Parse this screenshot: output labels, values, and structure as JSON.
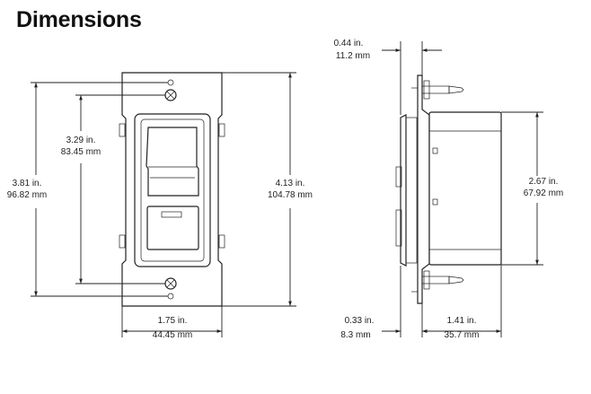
{
  "title": "Dimensions",
  "front": {
    "width_in": "1.75 in.",
    "width_mm": "44.45 mm",
    "screw_in": "3.29 in.",
    "screw_mm": "83.45 mm",
    "height_in": "3.81 in.",
    "height_mm": "96.82 mm",
    "plate_in": "4.13 in.",
    "plate_mm": "104.78 mm"
  },
  "side": {
    "front_in": "0.44 in.",
    "front_mm": "11.2 mm",
    "body_in": "2.67 in.",
    "body_mm": "67.92 mm",
    "yoke_in": "0.33 in.",
    "yoke_mm": "8.3 mm",
    "depth_in": "1.41 in.",
    "depth_mm": "35.7 mm"
  }
}
